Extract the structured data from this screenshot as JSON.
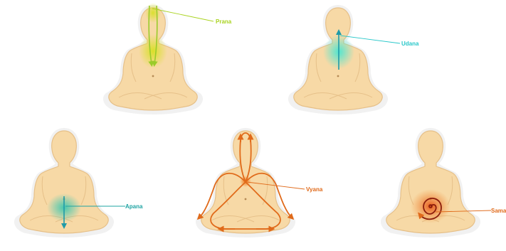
{
  "figures": [
    {
      "label": "Prana",
      "label_color": "#a9d31f",
      "flow": "downward-from-head"
    },
    {
      "label": "Udana",
      "label_color": "#27c7c9",
      "flow": "upward-from-chest"
    },
    {
      "label": "Apana",
      "label_color": "#1fa4a3",
      "flow": "downward-from-pelvis"
    },
    {
      "label": "Vyana",
      "label_color": "#e06a1a",
      "flow": "circulating-whole-body"
    },
    {
      "label": "Samar",
      "label_color": "#e06a1a",
      "flow": "spiral-at-navel"
    }
  ],
  "colors": {
    "skin": "#f7d9a6",
    "skin_outline": "#e6c089",
    "halo": "#f1f1f1",
    "prana_glow": "#d8e021",
    "udana_glow": "#49e6d2",
    "apana_glow": "#3cc7b0",
    "vyana_flow": "#e06a1a",
    "samana_glow": "#e8561a"
  }
}
